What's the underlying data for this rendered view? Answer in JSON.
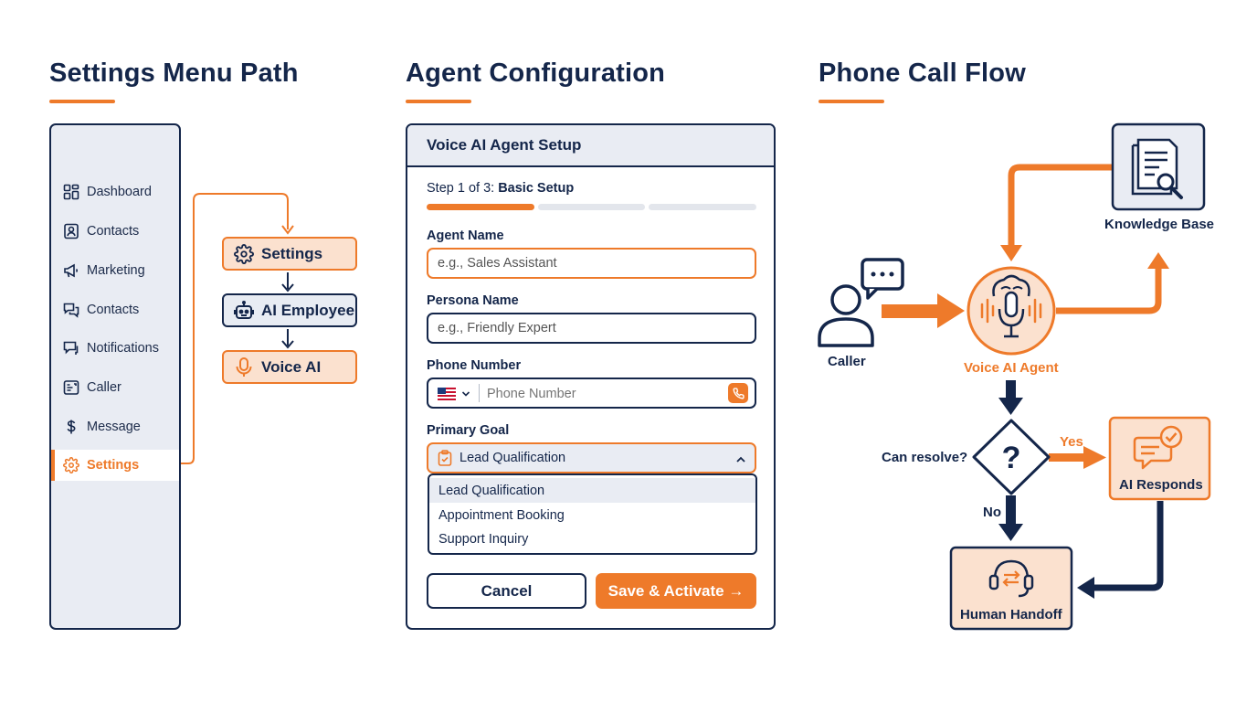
{
  "sections": {
    "menu_title": "Settings Menu Path",
    "config_title": "Agent Configuration",
    "flow_title": "Phone Call Flow"
  },
  "sidebar": {
    "items": [
      {
        "label": "Dashboard",
        "icon": "dashboard-icon"
      },
      {
        "label": "Contacts",
        "icon": "contacts-icon"
      },
      {
        "label": "Marketing",
        "icon": "megaphone-icon"
      },
      {
        "label": "Contacts",
        "icon": "chat-icon"
      },
      {
        "label": "Notifications",
        "icon": "notifications-icon"
      },
      {
        "label": "Caller",
        "icon": "caller-icon"
      },
      {
        "label": "Message",
        "icon": "dollar-icon"
      },
      {
        "label": "Settings",
        "icon": "gear-icon",
        "active": true
      }
    ]
  },
  "menu_path": {
    "steps": [
      {
        "label": "Settings",
        "icon": "gear-icon"
      },
      {
        "label": "AI Employee",
        "icon": "robot-icon"
      },
      {
        "label": "Voice AI",
        "icon": "microphone-icon"
      }
    ]
  },
  "config": {
    "header": "Voice AI Agent Setup",
    "step_prefix": "Step 1 of 3:",
    "step_name": "Basic Setup",
    "progress_step": 1,
    "progress_total": 3,
    "agent_name_label": "Agent Name",
    "agent_name_placeholder": "e.g., Sales Assistant",
    "persona_label": "Persona Name",
    "persona_placeholder": "e.g., Friendly Expert",
    "phone_label": "Phone Number",
    "phone_placeholder": "Phone Number",
    "goal_label": "Primary Goal",
    "goal_selected": "Lead Qualification",
    "goal_options": [
      "Lead Qualification",
      "Appointment Booking",
      "Support Inquiry"
    ],
    "cancel_label": "Cancel",
    "save_label": "Save & Activate →"
  },
  "flow": {
    "caller": "Caller",
    "agent": "Voice AI Agent",
    "knowledge": "Knowledge Base",
    "decision": "Can resolve?",
    "yes": "Yes",
    "no": "No",
    "responds": "AI Responds",
    "handoff": "Human Handoff"
  },
  "colors": {
    "navy": "#14264a",
    "orange": "#ee7a2a",
    "light_orange": "#fbe1cf",
    "light_gray": "#e9ecf3"
  }
}
